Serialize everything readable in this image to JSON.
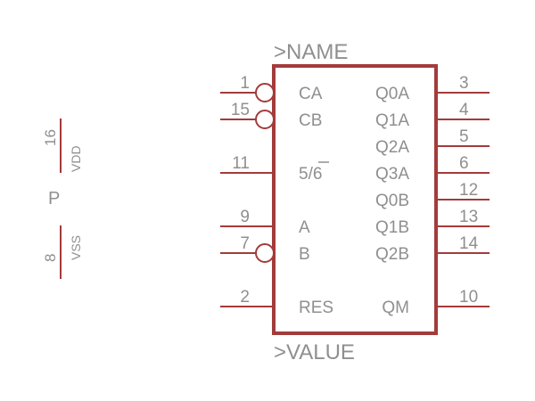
{
  "symbol": {
    "name_label": ">NAME",
    "value_label": ">VALUE"
  },
  "left_pins": [
    {
      "num": "1",
      "label": "CA",
      "inverted": true
    },
    {
      "num": "15",
      "label": "CB",
      "inverted": true
    },
    {
      "num": "11",
      "label": "5/6",
      "inverted": false
    },
    {
      "num": "9",
      "label": "A",
      "inverted": false
    },
    {
      "num": "7",
      "label": "B",
      "inverted": true
    },
    {
      "num": "2",
      "label": "RES",
      "inverted": false
    }
  ],
  "right_pins": [
    {
      "num": "3",
      "label": "Q0A"
    },
    {
      "num": "4",
      "label": "Q1A"
    },
    {
      "num": "5",
      "label": "Q2A"
    },
    {
      "num": "6",
      "label": "Q3A"
    },
    {
      "num": "12",
      "label": "Q0B"
    },
    {
      "num": "13",
      "label": "Q1B"
    },
    {
      "num": "14",
      "label": "Q2B"
    },
    {
      "num": "10",
      "label": "QM"
    }
  ],
  "power_part": {
    "label": "P",
    "vdd_label": "VDD",
    "vdd_pin": "16",
    "vss_label": "VSS",
    "vss_pin": "8"
  },
  "colors": {
    "symbol_line": "#a33b3b",
    "text": "#8f8f8f"
  }
}
